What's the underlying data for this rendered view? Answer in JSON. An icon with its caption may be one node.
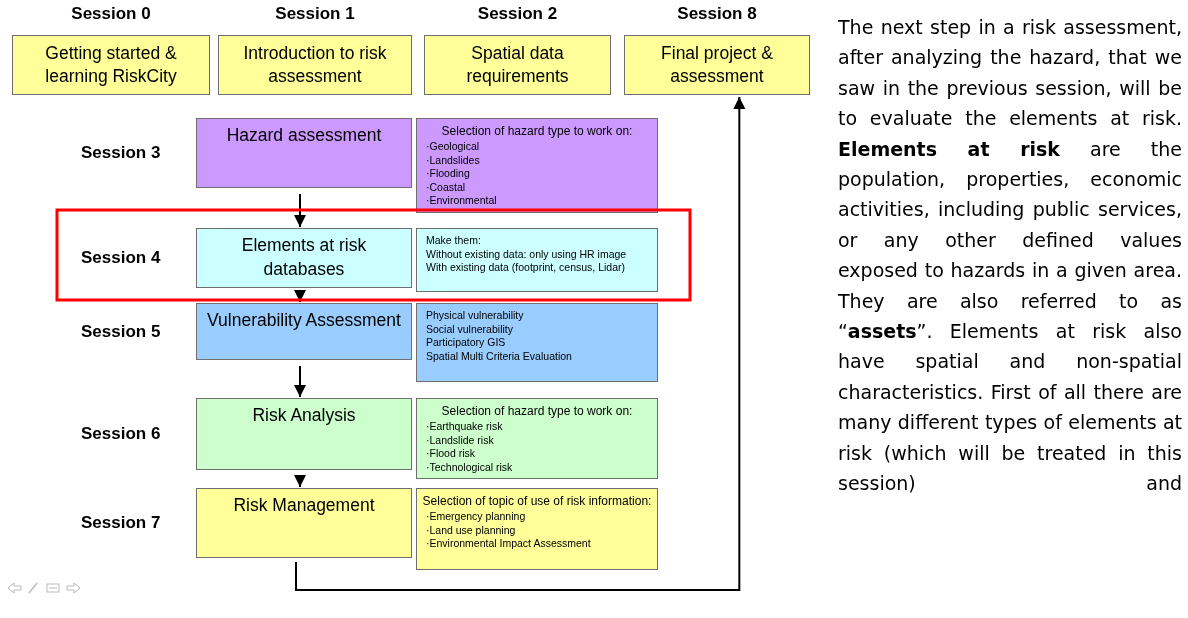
{
  "diagram": {
    "nodes": [
      {
        "text": [
          "Session 0",
          "Getting started & learning RiskCity"
        ]
      },
      {
        "text": [
          "Session 1",
          "Introduction to risk assessment"
        ]
      },
      {
        "text": [
          "Session 2",
          "Spatial data requirements"
        ]
      },
      {
        "text": [
          "Session 8",
          "Final project & assessment"
        ]
      },
      {
        "text": [
          "Hazard assessment"
        ],
        "beside": [
          "Session 3"
        ]
      },
      {
        "text": [
          "Selection of hazard type to work on:",
          "·Geological",
          "·Landslides",
          "·Flooding",
          "·Coastal",
          "·Environmental"
        ]
      },
      {
        "text": [
          "Elements at risk databases"
        ],
        "beside": [
          "Session 4"
        ]
      },
      {
        "text": [
          "Make them:",
          "Without existing data: only using HR image",
          "With existing data (footprint, census, Lidar)"
        ]
      },
      {
        "text": [
          "Vulnerability Assessment"
        ],
        "beside": [
          "Session 5"
        ]
      },
      {
        "text": [
          "Physical vulnerability",
          "Social vulnerability",
          "Participatory GIS",
          "Spatial Multi Criteria Evaluation"
        ]
      },
      {
        "text": [
          "Risk Analysis"
        ],
        "beside": [
          "Session 6"
        ]
      },
      {
        "text": [
          "Selection of hazard type to work on:",
          "·Earthquake risk",
          "·Landslide risk",
          "·Flood risk",
          "·Technological risk"
        ]
      },
      {
        "text": [
          "Risk Management"
        ],
        "beside": [
          "Session 7"
        ]
      },
      {
        "text": [
          "Selection of topic of use of risk information:",
          "·Emergency planning",
          "·Land use planning",
          "·Environmental Impact Assessment"
        ]
      }
    ],
    "edges": [
      {
        "from": 4,
        "to": 6,
        "arrow": "to"
      },
      {
        "from": 6,
        "to": 8,
        "arrow": "to"
      },
      {
        "from": 8,
        "to": 10,
        "arrow": "to"
      },
      {
        "from": 10,
        "to": 12,
        "arrow": "to"
      },
      {
        "from": 12,
        "to": 3,
        "arrow": "to"
      }
    ],
    "labels": [
      "The next step in a risk assessment, after analyzing the hazard, that we saw in the previous session, will be to evaluate the elements at risk. **Elements at risk** are the population, properties, economic activities, including public services, or any other defined values exposed to hazards in a given area. They are also referred to as “**assets**”. Elements at risk also have spatial and non-spatial characteristics. First of all there are many different types of elements at risk (which will be treated in this session) and"
    ]
  }
}
